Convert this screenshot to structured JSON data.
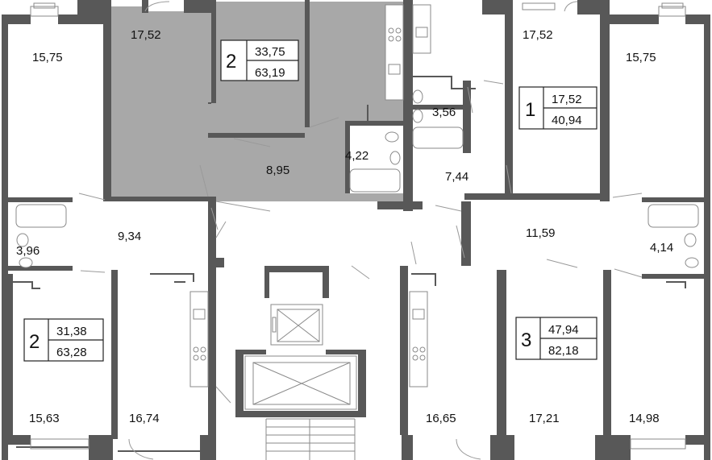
{
  "colors": {
    "wall": "#585858",
    "highlight": "#a8a8a8",
    "background": "#ffffff",
    "text": "#111111"
  },
  "apartments": [
    {
      "id": "apt-top-left",
      "rooms": "2",
      "living_area": "33,75",
      "total_area": "63,19",
      "highlighted": true
    },
    {
      "id": "apt-top-right",
      "rooms": "1",
      "living_area": "17,52",
      "total_area": "40,94",
      "highlighted": false
    },
    {
      "id": "apt-bottom-left",
      "rooms": "2",
      "living_area": "31,38",
      "total_area": "63,28",
      "highlighted": false
    },
    {
      "id": "apt-bottom-right",
      "rooms": "3",
      "living_area": "47,94",
      "total_area": "82,18",
      "highlighted": false
    }
  ],
  "room_areas": [
    "15,75",
    "17,52",
    "8,95",
    "4,22",
    "3,56",
    "7,44",
    "17,52",
    "15,75",
    "9,34",
    "3,96",
    "11,59",
    "4,14",
    "15,63",
    "16,74",
    "16,65",
    "17,21",
    "14,98"
  ],
  "icons": [
    "elevator-icon",
    "stairs-icon",
    "bathtub-icon",
    "toilet-icon",
    "sink-icon",
    "stove-icon"
  ]
}
